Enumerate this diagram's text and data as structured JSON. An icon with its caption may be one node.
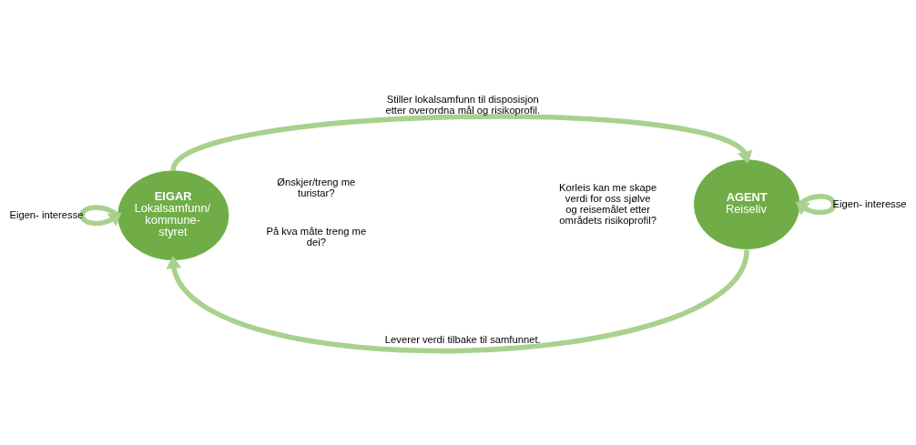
{
  "diagram": {
    "nodes": [
      {
        "text": [
          "EIGAR",
          "Lokalsamfunn/ kommune- styret"
        ]
      },
      {
        "text": [
          "AGENT",
          "Reiseliv"
        ]
      }
    ],
    "edges": [
      {
        "from": 0,
        "to": 1,
        "arrow": "to",
        "label": "Stiller lokalsamfunn til disposisjon etter overordna mål og risikoprofil."
      },
      {
        "from": 1,
        "to": 0,
        "arrow": "to",
        "label": "Leverer verdi tilbake til samfunnet."
      },
      {
        "from": 0,
        "to": 0,
        "arrow": "to",
        "label": "Eigen- interesse"
      },
      {
        "from": 1,
        "to": 1,
        "arrow": "to",
        "label": "Eigen- interesse"
      }
    ],
    "labels": [
      "Ønskjer/treng me turistar?",
      "På kva måte treng me dei?",
      "Korleis kan me skape verdi for oss sjølve og reisemålet etter områdets risikoprofil?"
    ]
  }
}
